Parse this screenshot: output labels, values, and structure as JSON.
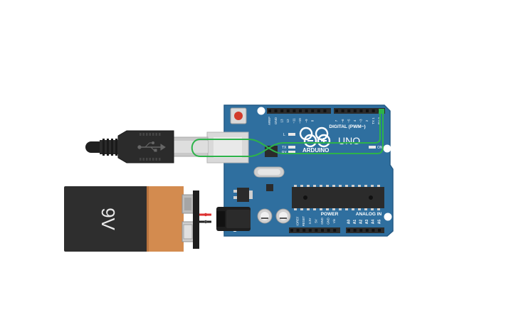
{
  "battery": {
    "label": "9V",
    "colors": {
      "body": "#2e2e2e",
      "cap": "#d38b4f",
      "terminal": "#bdbdbd"
    }
  },
  "board": {
    "brand": "ARDUINO",
    "model": "UNO",
    "digital_header": "DIGITAL (PWM~)",
    "power_header": "POWER",
    "analog_header": "ANALOG IN",
    "top_pin_labels": [
      "AREF",
      "GND",
      "13",
      "12",
      "~11",
      "~10",
      "~9",
      "8",
      "7",
      "~6",
      "~5",
      "4",
      "~3",
      "2",
      "TX 1",
      "RX 0"
    ],
    "power_pin_labels": [
      "IOREF",
      "RESET",
      "3.3V",
      "5V",
      "GND",
      "GND",
      "Vin"
    ],
    "analog_pin_labels": [
      "A0",
      "A1",
      "A2",
      "A3",
      "A4",
      "A5"
    ],
    "led_labels": [
      "L",
      "TX",
      "RX"
    ],
    "on_label": "ON",
    "colors": {
      "pcb": "#2f6f9f",
      "pcb_edge": "#235a85",
      "header": "#2b2b2b",
      "reset": "#d23b2b"
    }
  },
  "usb_cable": {
    "colors": {
      "plug": "#2b2b2b",
      "connector": "#d9d9d9"
    }
  },
  "wire": {
    "color": "#2db34a"
  },
  "battery_leads": {
    "positive_color": "#d33",
    "negative_color": "#222"
  }
}
